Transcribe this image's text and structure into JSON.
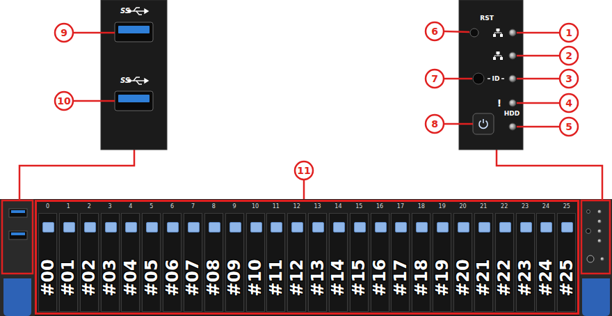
{
  "diagram": {
    "nodes": [
      {
        "text": [
          "SS",
          "SS"
        ]
      },
      {
        "text": [
          "RST",
          "ID",
          "!",
          "HDD"
        ]
      },
      {
        "text": [
          "0",
          "1",
          "2",
          "3",
          "4",
          "5",
          "6",
          "7",
          "8",
          "9",
          "10",
          "11",
          "12",
          "13",
          "14",
          "15",
          "16",
          "17",
          "18",
          "19",
          "20",
          "21",
          "22",
          "23",
          "24",
          "25"
        ]
      },
      {
        "text": [
          "#00"
        ],
        "in": 2
      },
      {
        "text": [
          "#01"
        ],
        "in": 2
      },
      {
        "text": [
          "#02"
        ],
        "in": 2
      },
      {
        "text": [
          "#03"
        ],
        "in": 2
      },
      {
        "text": [
          "#04"
        ],
        "in": 2
      },
      {
        "text": [
          "#05"
        ],
        "in": 2
      },
      {
        "text": [
          "#06"
        ],
        "in": 2
      },
      {
        "text": [
          "#07"
        ],
        "in": 2
      },
      {
        "text": [
          "#08"
        ],
        "in": 2
      },
      {
        "text": [
          "#09"
        ],
        "in": 2
      },
      {
        "text": [
          "#10"
        ],
        "in": 2
      },
      {
        "text": [
          "#11"
        ],
        "in": 2
      },
      {
        "text": [
          "#12"
        ],
        "in": 2
      },
      {
        "text": [
          "#13"
        ],
        "in": 2
      },
      {
        "text": [
          "#14"
        ],
        "in": 2
      },
      {
        "text": [
          "#15"
        ],
        "in": 2
      },
      {
        "text": [
          "#16"
        ],
        "in": 2
      },
      {
        "text": [
          "#17"
        ],
        "in": 2
      },
      {
        "text": [
          "#18"
        ],
        "in": 2
      },
      {
        "text": [
          "#19"
        ],
        "in": 2
      },
      {
        "text": [
          "#20"
        ],
        "in": 2
      },
      {
        "text": [
          "#21"
        ],
        "in": 2
      },
      {
        "text": [
          "#22"
        ],
        "in": 2
      },
      {
        "text": [
          "#23"
        ],
        "in": 2
      },
      {
        "text": [
          "#24"
        ],
        "in": 2
      },
      {
        "text": [
          "#25"
        ],
        "in": 2
      }
    ],
    "labels": [
      "9",
      "10",
      "6",
      "7",
      "8",
      "1",
      "2",
      "3",
      "4",
      "5",
      "11"
    ]
  }
}
